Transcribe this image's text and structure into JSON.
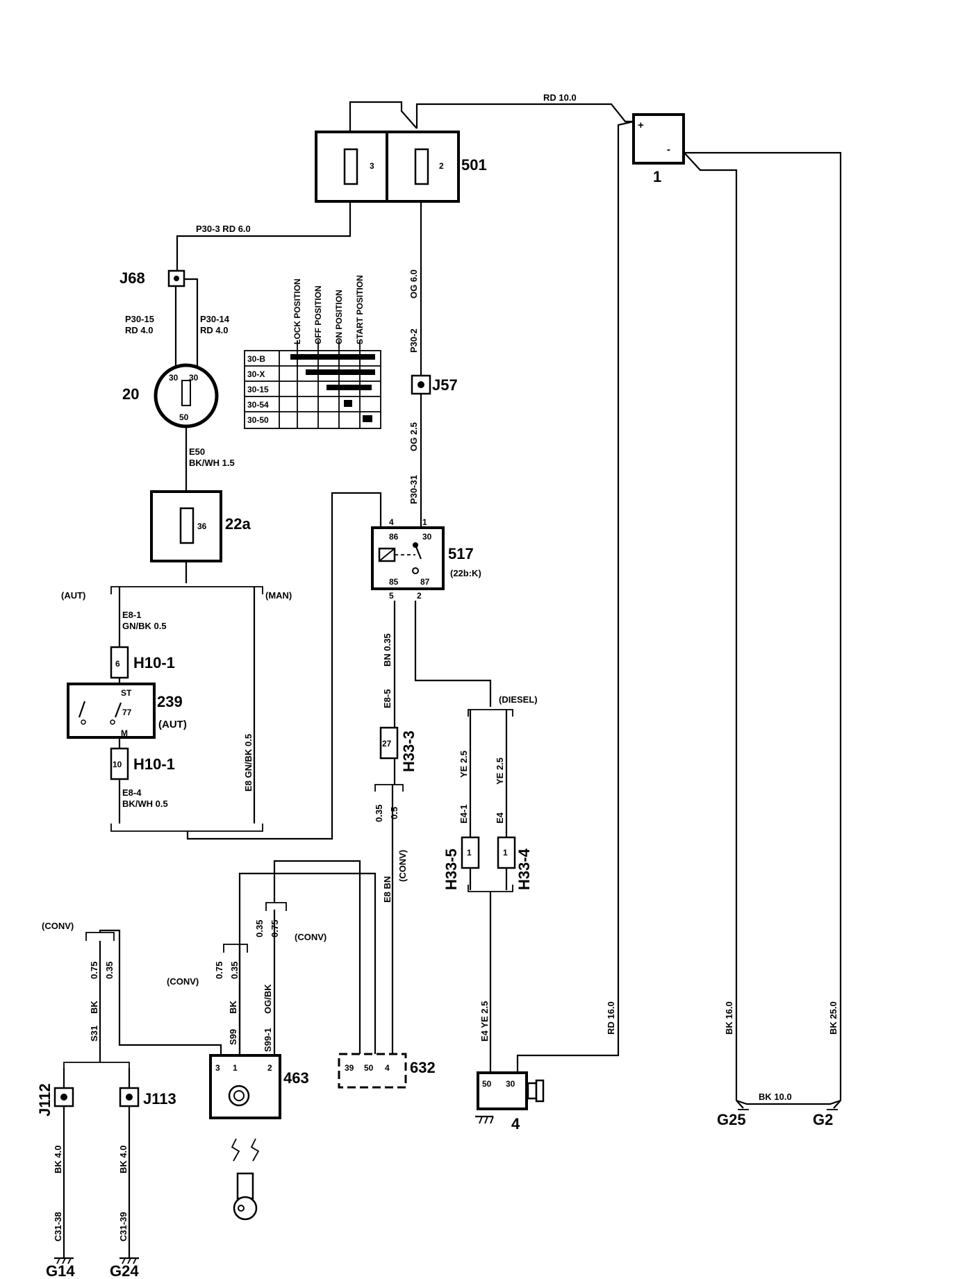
{
  "components": {
    "fuse_box_501": {
      "id": "501",
      "fuse_a": "3",
      "fuse_b": "2"
    },
    "battery": {
      "id": "1",
      "plus": "+",
      "minus": "-"
    },
    "ignition_switch": {
      "id": "20",
      "pin_a": "30",
      "pin_b": "30",
      "pin_c": "50"
    },
    "fuse_22a": {
      "id": "22a",
      "fuse": "36"
    },
    "relay_517": {
      "id": "517",
      "sub": "(22b:K)",
      "p86": "86",
      "p30": "30",
      "p85": "85",
      "p87": "87",
      "n4": "4",
      "n1": "1",
      "n5": "5",
      "n2": "2"
    },
    "switch_239": {
      "id": "239",
      "sub": "(AUT)",
      "st": "ST",
      "p77": "77",
      "m": "M"
    },
    "starter_4": {
      "id": "4",
      "p50": "50",
      "p30": "30"
    },
    "comp_463": {
      "id": "463",
      "p3": "3",
      "p1": "1",
      "p2": "2"
    },
    "comp_632": {
      "id": "632",
      "p39": "39",
      "p50": "50",
      "p4": "4"
    }
  },
  "connectors": {
    "j68": "J68",
    "j57": "J57",
    "j112": "J112",
    "j113": "J113",
    "h10_top": "H10-1",
    "h10_top_pin": "6",
    "h10_bot": "H10-1",
    "h10_bot_pin": "10",
    "h33_3": "H33-3",
    "h33_3_pin": "27",
    "h33_5": "H33-5",
    "h33_5_pin": "1",
    "h33_4": "H33-4",
    "h33_4_pin": "1"
  },
  "grounds": {
    "g14": "G14",
    "g24": "G24",
    "g25": "G25",
    "g2": "G2"
  },
  "ignition_table": {
    "headers": [
      "LOCK POSITION",
      "OFF POSITION",
      "ON POSITION",
      "START POSITION"
    ],
    "rows": [
      "30-B",
      "30-X",
      "30-15",
      "30-54",
      "30-50"
    ]
  },
  "wire_labels": {
    "rd10": "RD  10.0",
    "p30_3": "P30-3   RD 6.0",
    "p30_15a": "P30-15",
    "p30_15b": "RD 4.0",
    "p30_14a": "P30-14",
    "p30_14b": "RD 4.0",
    "og60": "OG 6.0",
    "p30_2": "P30-2",
    "og25": "OG 2.5",
    "p30_31": "P30-31",
    "e50a": "E50",
    "e50b": "BK/WH 1.5",
    "aut": "(AUT)",
    "man": "(MAN)",
    "e81a": "E8-1",
    "e81b": "GN/BK 0.5",
    "e84a": "E8-4",
    "e84b": "BK/WH 0.5",
    "e8gn": "E8  GN/BK 0.5",
    "bn035": "BN 0.35",
    "e85": "E8-5",
    "diesel": "(DIESEL)",
    "ye25a": "YE 2.5",
    "e41": "E4-1",
    "ye25b": "YE 2.5",
    "e4b": "E4",
    "s035": "0.35",
    "s05": "0.5",
    "conv1": "(CONV)",
    "e8bn": "E8  BN",
    "conv2": "(CONV)",
    "conv3": "(CONV)",
    "conv4": "(CONV)",
    "c075a": "0.75",
    "c035a": "0.35",
    "c035b": "0.35",
    "c075b": "0.75",
    "c075c": "0.75",
    "c035c": "0.35",
    "bk_l": "BK",
    "s31": "S31",
    "bk_m": "BK",
    "s99": "S99",
    "ogbk": "OG/BK",
    "s991": "S99-1",
    "e4ye": "E4  YE 2.5",
    "rd16": "RD 16.0",
    "bk16": "BK 16.0",
    "bk25": "BK 25.0",
    "bk10": "BK  10.0",
    "bk40a": "BK  4.0",
    "c3138": "C31-38",
    "bk40b": "BK  4.0",
    "c3139": "C31-39"
  }
}
